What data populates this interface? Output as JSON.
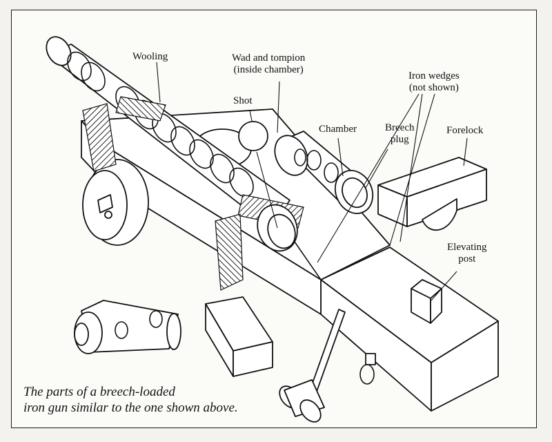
{
  "labels": {
    "wooling": "Wooling",
    "wad_line1": "Wad and tompion",
    "wad_line2": "(inside chamber)",
    "shot": "Shot",
    "iron_wedges_line1": "Iron wedges",
    "iron_wedges_line2": "(not shown)",
    "chamber": "Chamber",
    "breech_line1": "Breech",
    "breech_line2": "plug",
    "forelock": "Forelock",
    "elevating_line1": "Elevating",
    "elevating_line2": "post"
  },
  "caption": {
    "line1": "The parts of a breech-loaded",
    "line2": "iron gun similar to the one shown above."
  },
  "colors": {
    "ink": "#111111",
    "paper": "#fbfbf8",
    "background": "#f3f2ee"
  }
}
